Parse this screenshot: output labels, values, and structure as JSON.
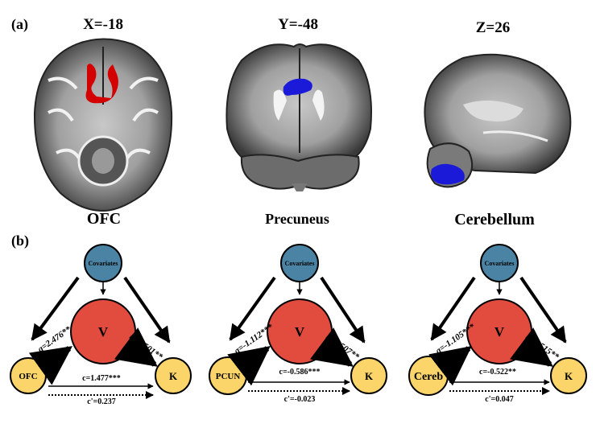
{
  "panel_a": {
    "label": "(a)",
    "slices": [
      {
        "coord": "X=-18",
        "region": "OFC",
        "highlight_color": "#d40000"
      },
      {
        "coord": "Y=-48",
        "region": "Precuneus",
        "highlight_color": "#1a1ad8"
      },
      {
        "coord": "Z=26",
        "region": "Cerebellum",
        "highlight_color": "#1a1ad8"
      }
    ]
  },
  "panel_b": {
    "label": "(b)",
    "models": [
      {
        "covariates": "Covariates",
        "mediator": "V",
        "x": "OFC",
        "y": "K",
        "a": "a=2.476**",
        "b": "b=0.501**",
        "c": "c=1.477***",
        "c_prime": "c'=0.237"
      },
      {
        "covariates": "Covariates",
        "mediator": "V",
        "x": "PCUN",
        "y": "K",
        "a": "a=-1.112***",
        "b": "b=0.507**",
        "c": "c=-0.586***",
        "c_prime": "c'=-0.023"
      },
      {
        "covariates": "Covariates",
        "mediator": "V",
        "x": "Cereb",
        "y": "K",
        "a": "a=-1.105***",
        "b": "b=0.515**",
        "c": "c=-0.522**",
        "c_prime": "c'=0.047"
      }
    ],
    "colors": {
      "covariates": "#4a83a3",
      "mediator": "#e24c3f",
      "xy": "#fbd46a"
    }
  }
}
